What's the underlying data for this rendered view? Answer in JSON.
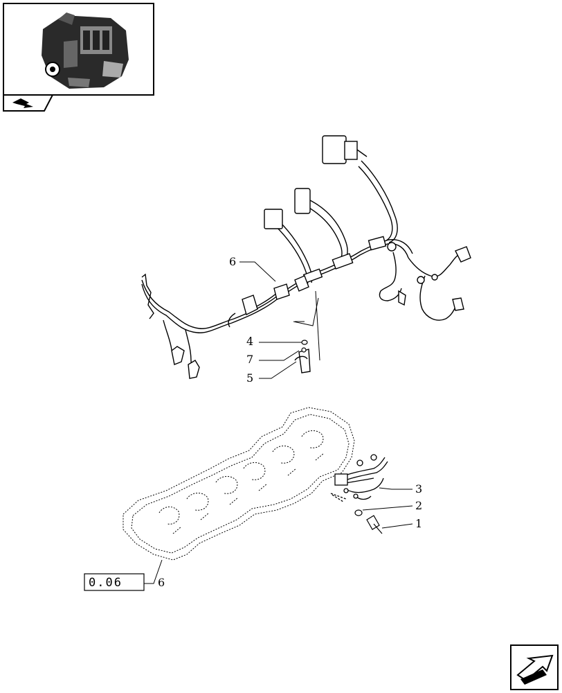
{
  "callouts": [
    {
      "id": "c6a",
      "text": "6"
    },
    {
      "id": "c4",
      "text": "4"
    },
    {
      "id": "c7",
      "text": "7"
    },
    {
      "id": "c5",
      "text": "5"
    },
    {
      "id": "c3",
      "text": "3"
    },
    {
      "id": "c2",
      "text": "2"
    },
    {
      "id": "c1",
      "text": "1"
    },
    {
      "id": "c6b",
      "text": "6"
    }
  ],
  "reference_box": {
    "text": "0.06"
  },
  "icons": {
    "thumbnail": "engine-thumbnail-icon",
    "section": "section-arrow-icon",
    "nav": "next-page-arrow-icon"
  }
}
